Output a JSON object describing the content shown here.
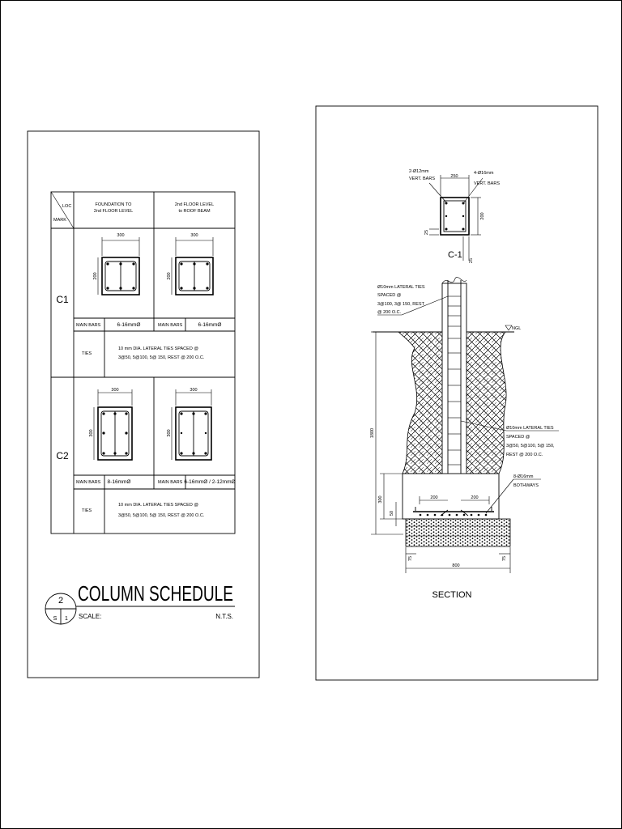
{
  "schedule": {
    "header": {
      "loc": "LOC",
      "mark": "MARK",
      "col1": [
        "FOUNDATION TO",
        "2nd FLOOR LEVEL"
      ],
      "col2": [
        "2nd FLOOR LEVEL",
        "to ROOF BEAM"
      ]
    },
    "rows": [
      {
        "mark": "C1",
        "dim_w": "300",
        "dim_h": "200",
        "main_bars_label": "MAIN BARS",
        "main_bars_1": "6-16mmØ",
        "main_bars_2": "6-16mmØ",
        "ties_label": "TIES",
        "ties_text": [
          "10 mm DIA. LATERAL TIES SPACED @",
          "3@50, 5@100, 5@ 150, REST @ 200 O.C."
        ]
      },
      {
        "mark": "C2",
        "dim_w": "300",
        "dim_h": "300",
        "main_bars_label": "MAIN BARS",
        "main_bars_1": "8-16mmØ",
        "main_bars_2": "6-16mmØ / 2-12mmØ",
        "ties_label": "TIES",
        "ties_text": [
          "10 mm DIA. LATERAL TIES SPACED @",
          "3@50, 5@100, 5@ 150, REST @ 200 O.C."
        ]
      }
    ],
    "title_block": {
      "number": "2",
      "sheet_left": "S",
      "sheet_right": "1",
      "title": "COLUMN SCHEDULE",
      "scale_label": "SCALE:",
      "scale_value": "N.T.S."
    }
  },
  "section": {
    "detail": {
      "vert_left": [
        "2-Ø12mm",
        "VERT. BARS"
      ],
      "vert_right": [
        "4-Ø16mm",
        "VERT. BARS"
      ],
      "dim_w": "250",
      "dim_h": "200",
      "dim_cover_left": "25",
      "dim_cover_bottom": "25",
      "label": "C-1"
    },
    "lateral_ties_top": [
      "Ø10mm LATERAL TIES",
      "SPACED @",
      "3@100, 3@ 150, REST",
      "@ 200 O.C."
    ],
    "ngl": "NGL",
    "lateral_ties_side": [
      "Ø10mm LATERAL TIES",
      "SPACED @",
      "3@50, 5@100, 5@ 150,",
      "REST @ 200 O.C."
    ],
    "footing_bars": [
      "8-Ø16mm",
      "BOTHWAYS"
    ],
    "dim_1800": "1800",
    "dim_300": "300",
    "dim_50": "50",
    "dim_200_left": "200",
    "dim_200_right": "200",
    "dim_75_left": "75",
    "dim_75_right": "75",
    "dim_800": "800",
    "title": "SECTION"
  }
}
